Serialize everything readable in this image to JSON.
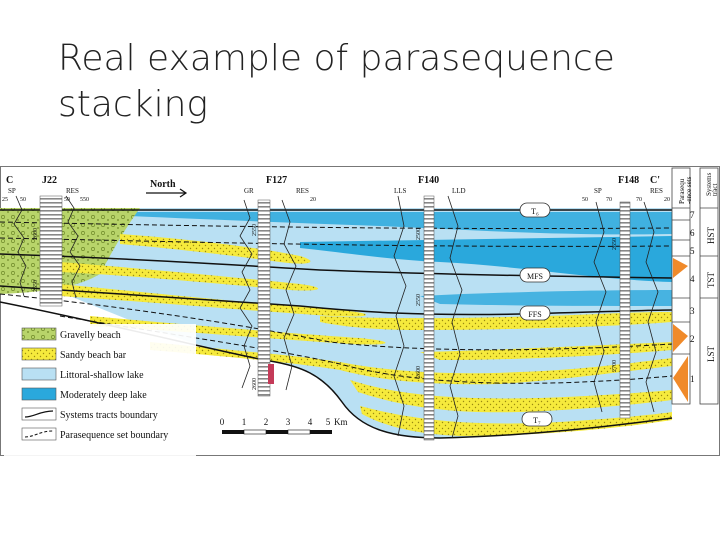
{
  "slide": {
    "title_line1": "Real example of parasequence",
    "title_line2": "stacking"
  },
  "section": {
    "start_label": "C",
    "end_label": "C'",
    "north_label": "North"
  },
  "wells": [
    {
      "name": "J22",
      "log_left": "SP",
      "log_right": "RES",
      "left_min": "25",
      "left_max": "50",
      "right_min": "50",
      "right_max": "550",
      "depths": [
        "2600",
        "2650"
      ]
    },
    {
      "name": "F127",
      "log_left": "GR",
      "log_right": "RES",
      "left_min": "",
      "left_max": "",
      "right_min": "",
      "right_max": "20",
      "depths": [
        "2550",
        "2600"
      ]
    },
    {
      "name": "F140",
      "log_left": "LLS",
      "log_right": "LLD",
      "left_min": "",
      "left_max": "",
      "right_min": "",
      "right_max": "",
      "depths": [
        "2500",
        "2550",
        "2600"
      ]
    },
    {
      "name": "F148",
      "log_left": "SP",
      "log_right": "RES",
      "left_min": "50",
      "left_max": "70",
      "right_min": "70",
      "right_max": "20",
      "depths": [
        "2650",
        "2700"
      ]
    }
  ],
  "surfaces": {
    "t6": "T₆",
    "mfs": "MFS",
    "ffs": "FFS",
    "t7": "T₇"
  },
  "columns": {
    "parasequence_header": "Parasequ -ence sets",
    "systems_header": "Systems tract",
    "parasequence_numbers": [
      "7",
      "6",
      "5",
      "4",
      "3",
      "2",
      "1"
    ],
    "systems_tracts": [
      "HST",
      "TST",
      "LST"
    ]
  },
  "legend": [
    {
      "label": "Gravelly beach",
      "color": "#b8d46a"
    },
    {
      "label": "Sandy beach bar",
      "color": "#f6ea3c"
    },
    {
      "label": "Littoral-shallow lake",
      "color": "#b9e0f3"
    },
    {
      "label": "Moderately deep lake",
      "color": "#2aa8dc"
    },
    {
      "label": "Systems tracts boundary",
      "color": "#111111"
    },
    {
      "label": "Parasequence set boundary",
      "color": "#111111"
    }
  ],
  "scale": {
    "ticks": [
      "0",
      "1",
      "2",
      "3",
      "4",
      "5"
    ],
    "unit": "Km"
  }
}
